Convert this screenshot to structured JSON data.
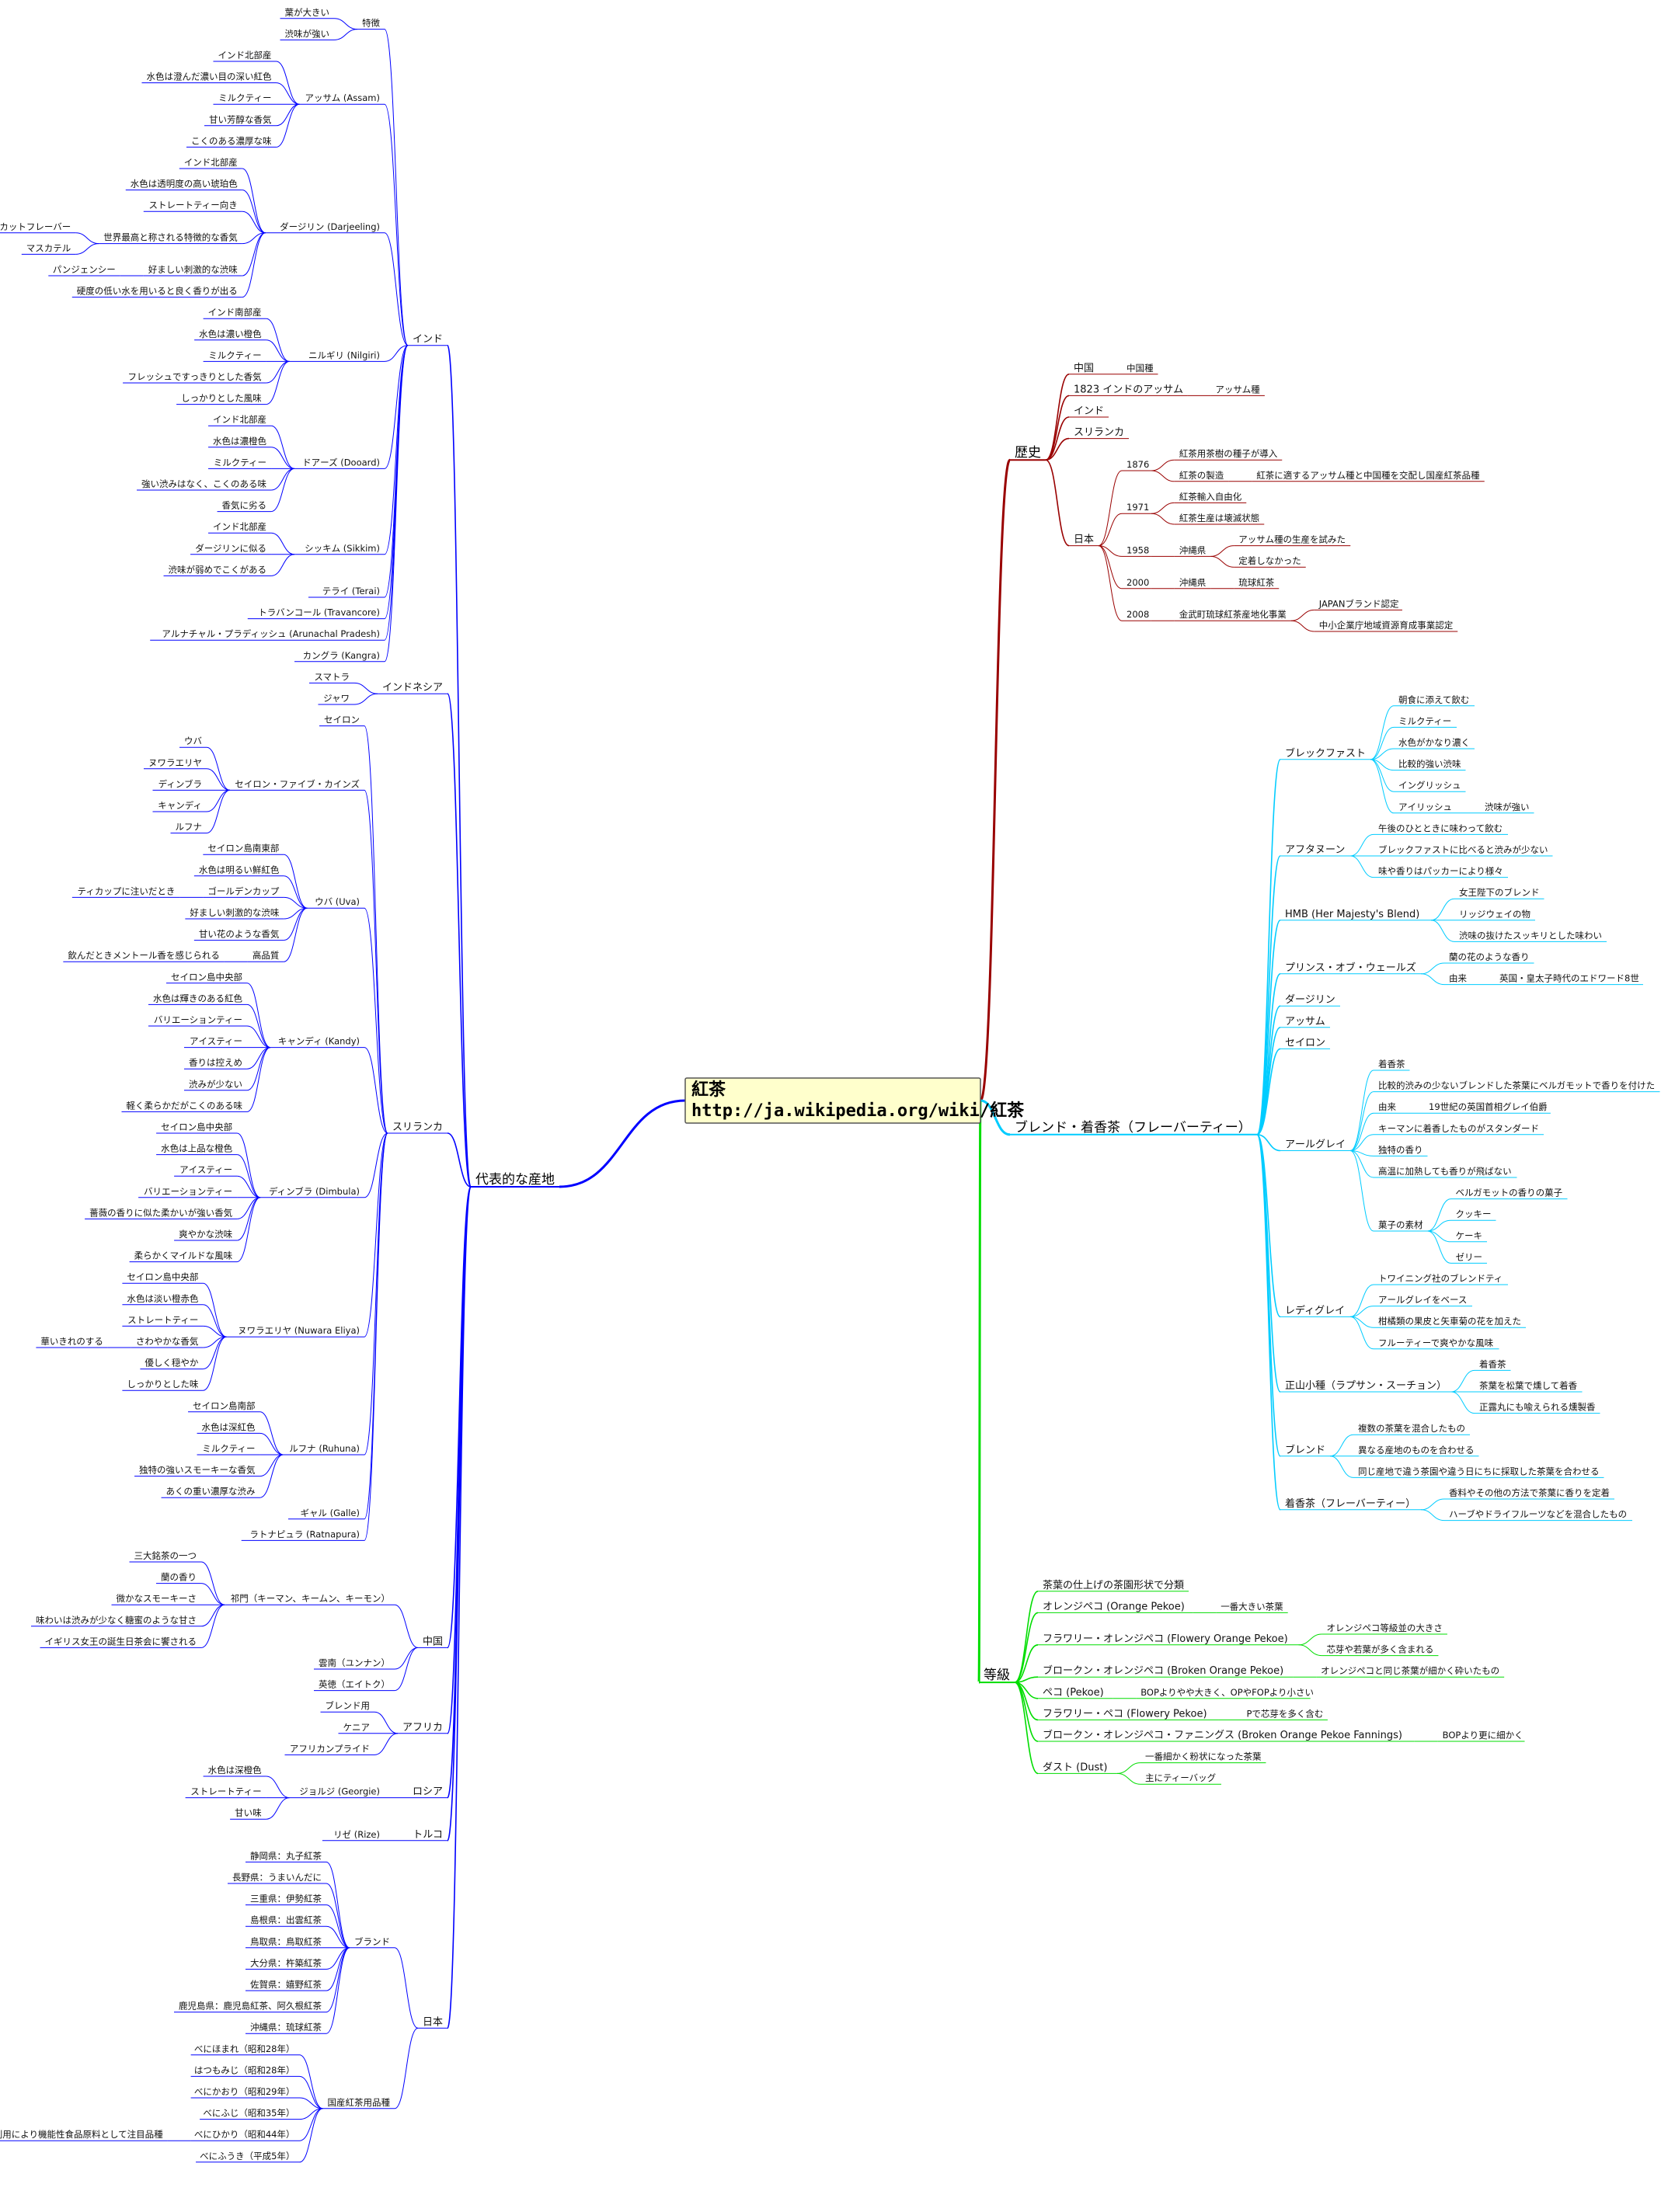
{
  "root": {
    "title": "紅茶",
    "url": "http://ja.wikipedia.org/wiki/紅茶",
    "box_fill": "#ffffcc",
    "box_stroke": "#555555"
  },
  "branches": [
    {
      "label": "代表的な産地",
      "color": "#0000ff",
      "children": [
        {
          "label": "インド",
          "children": [
            {
              "label": "特徴",
              "children": [
                {
                  "label": "葉が大きい"
                },
                {
                  "label": "渋味が強い"
                }
              ]
            },
            {
              "label": "アッサム (Assam)",
              "children": [
                {
                  "label": "インド北部産"
                },
                {
                  "label": "水色は澄んだ濃い目の深い紅色"
                },
                {
                  "label": "ミルクティー"
                },
                {
                  "label": "甘い芳醇な香気"
                },
                {
                  "label": "こくのある濃厚な味"
                }
              ]
            },
            {
              "label": "ダージリン (Darjeeling)",
              "children": [
                {
                  "label": "インド北部産"
                },
                {
                  "label": "水色は透明度の高い琥珀色"
                },
                {
                  "label": "ストレートティー向き"
                },
                {
                  "label": "世界最高と称される特徴的な香気",
                  "children": [
                    {
                      "label": "マスカットフレーバー"
                    },
                    {
                      "label": "マスカテル"
                    }
                  ]
                },
                {
                  "label": "好ましい刺激的な渋味",
                  "children": [
                    {
                      "label": "パンジェンシー"
                    }
                  ]
                },
                {
                  "label": "硬度の低い水を用いると良く香りが出る"
                }
              ]
            },
            {
              "label": "ニルギリ (Nilgiri)",
              "children": [
                {
                  "label": "インド南部産"
                },
                {
                  "label": "水色は濃い橙色"
                },
                {
                  "label": "ミルクティー"
                },
                {
                  "label": "フレッシュですっきりとした香気"
                },
                {
                  "label": "しっかりとした風味"
                }
              ]
            },
            {
              "label": "ドアーズ (Dooard)",
              "children": [
                {
                  "label": "インド北部産"
                },
                {
                  "label": "水色は濃橙色"
                },
                {
                  "label": "ミルクティー"
                },
                {
                  "label": "強い渋みはなく、こくのある味"
                },
                {
                  "label": "香気に劣る"
                }
              ]
            },
            {
              "label": "シッキム (Sikkim)",
              "children": [
                {
                  "label": "インド北部産"
                },
                {
                  "label": "ダージリンに似る"
                },
                {
                  "label": "渋味が弱めでこくがある"
                }
              ]
            },
            {
              "label": "テライ (Terai)"
            },
            {
              "label": "トラバンコール (Travancore)"
            },
            {
              "label": "アルナチャル・プラディッシュ (Arunachal Pradesh)"
            },
            {
              "label": "カングラ (Kangra)"
            }
          ]
        },
        {
          "label": "インドネシア",
          "children": [
            {
              "label": "スマトラ"
            },
            {
              "label": "ジャワ"
            }
          ]
        },
        {
          "label": "スリランカ",
          "children": [
            {
              "label": "セイロン"
            },
            {
              "label": "セイロン・ファイブ・カインズ",
              "children": [
                {
                  "label": "ウバ"
                },
                {
                  "label": "ヌワラエリヤ"
                },
                {
                  "label": "ディンブラ"
                },
                {
                  "label": "キャンディ"
                },
                {
                  "label": "ルフナ"
                }
              ]
            },
            {
              "label": "ウバ (Uva)",
              "children": [
                {
                  "label": "セイロン島南東部"
                },
                {
                  "label": "水色は明るい鮮紅色"
                },
                {
                  "label": "ゴールデンカップ",
                  "children": [
                    {
                      "label": "ティカップに注いだとき"
                    }
                  ]
                },
                {
                  "label": "好ましい刺激的な渋味"
                },
                {
                  "label": "甘い花のような香気"
                },
                {
                  "label": "高品質",
                  "children": [
                    {
                      "label": "飲んだときメントール香を感じられる"
                    }
                  ]
                }
              ]
            },
            {
              "label": "キャンディ (Kandy)",
              "children": [
                {
                  "label": "セイロン島中央部"
                },
                {
                  "label": "水色は輝きのある紅色"
                },
                {
                  "label": "バリエーションティー"
                },
                {
                  "label": "アイスティー"
                },
                {
                  "label": "香りは控えめ"
                },
                {
                  "label": "渋みが少ない"
                },
                {
                  "label": "軽く柔らかだがこくのある味"
                }
              ]
            },
            {
              "label": "ディンブラ (Dimbula)",
              "children": [
                {
                  "label": "セイロン島中央部"
                },
                {
                  "label": "水色は上品な橙色"
                },
                {
                  "label": "アイスティー"
                },
                {
                  "label": "バリエーションティー"
                },
                {
                  "label": "薔薇の香りに似た柔かいが強い香気"
                },
                {
                  "label": "爽やかな渋味"
                },
                {
                  "label": "柔らかくマイルドな風味"
                }
              ]
            },
            {
              "label": "ヌワラエリヤ (Nuwara Eliya)",
              "children": [
                {
                  "label": "セイロン島中央部"
                },
                {
                  "label": "水色は淡い橙赤色"
                },
                {
                  "label": "ストレートティー"
                },
                {
                  "label": "さわやかな香気",
                  "children": [
                    {
                      "label": "華いきれのする"
                    }
                  ]
                },
                {
                  "label": "優しく穏やか"
                },
                {
                  "label": "しっかりとした味"
                }
              ]
            },
            {
              "label": "ルフナ (Ruhuna)",
              "children": [
                {
                  "label": "セイロン島南部"
                },
                {
                  "label": "水色は深紅色"
                },
                {
                  "label": "ミルクティー"
                },
                {
                  "label": "独特の強いスモーキーな香気"
                },
                {
                  "label": "あくの重い濃厚な渋み"
                }
              ]
            },
            {
              "label": "ギャル (Galle)"
            },
            {
              "label": "ラトナピュラ (Ratnapura)"
            }
          ]
        },
        {
          "label": "中国",
          "children": [
            {
              "label": "祁門（キーマン、キームン、キーモン）",
              "children": [
                {
                  "label": "三大銘茶の一つ"
                },
                {
                  "label": "蘭の香り"
                },
                {
                  "label": "微かなスモーキーさ"
                },
                {
                  "label": "味わいは渋みが少なく糖蜜のような甘さ"
                },
                {
                  "label": "イギリス女王の誕生日茶会に饗される"
                }
              ]
            },
            {
              "label": "雲南（ユンナン）"
            },
            {
              "label": "英徳（エイトク）"
            }
          ]
        },
        {
          "label": "アフリカ",
          "children": [
            {
              "label": "ブレンド用"
            },
            {
              "label": "ケニア"
            },
            {
              "label": "アフリカンプライド"
            }
          ]
        },
        {
          "label": "ロシア",
          "children": [
            {
              "label": "ジョルジ (Georgie)",
              "children": [
                {
                  "label": "水色は深橙色"
                },
                {
                  "label": "ストレートティー"
                },
                {
                  "label": "甘い味"
                }
              ]
            }
          ]
        },
        {
          "label": "トルコ",
          "children": [
            {
              "label": "リゼ (Rize)"
            }
          ]
        },
        {
          "label": "日本",
          "children": [
            {
              "label": "ブランド",
              "children": [
                {
                  "label": "静岡県：丸子紅茶"
                },
                {
                  "label": "長野県：うまいんだに"
                },
                {
                  "label": "三重県：伊勢紅茶"
                },
                {
                  "label": "島根県：出雲紅茶"
                },
                {
                  "label": "鳥取県：鳥取紅茶"
                },
                {
                  "label": "大分県：杵築紅茶"
                },
                {
                  "label": "佐賀県：嬉野紅茶"
                },
                {
                  "label": "鹿児島県：鹿児島紅茶、阿久根紅茶"
                },
                {
                  "label": "沖縄県：琉球紅茶"
                }
              ]
            },
            {
              "label": "国産紅茶用品種",
              "children": [
                {
                  "label": "べにほまれ（昭和28年）"
                },
                {
                  "label": "はつもみじ（昭和28年）"
                },
                {
                  "label": "べにかおり（昭和29年）"
                },
                {
                  "label": "べにふじ（昭和35年）"
                },
                {
                  "label": "べにひかり（昭和44年）",
                  "children": [
                    {
                      "label": "メチル化カテキン利用により機能性食品原料として注目品種"
                    }
                  ]
                },
                {
                  "label": "べにふうき（平成5年）"
                }
              ]
            }
          ]
        }
      ]
    },
    {
      "label": "歴史",
      "color": "#990000",
      "children": [
        {
          "label": "中国",
          "children": [
            {
              "label": "中国種"
            }
          ]
        },
        {
          "label": "1823 インドのアッサム",
          "children": [
            {
              "label": "アッサム種"
            }
          ]
        },
        {
          "label": "インド"
        },
        {
          "label": "スリランカ"
        },
        {
          "label": "日本",
          "children": [
            {
              "label": "1876",
              "children": [
                {
                  "label": "紅茶用茶樹の種子が導入"
                },
                {
                  "label": "紅茶の製造",
                  "children": [
                    {
                      "label": "紅茶に適するアッサム種と中国種を交配し国産紅茶品種"
                    }
                  ]
                }
              ]
            },
            {
              "label": "1971",
              "children": [
                {
                  "label": "紅茶輸入自由化"
                },
                {
                  "label": "紅茶生産は壊滅状態"
                }
              ]
            },
            {
              "label": "1958",
              "children": [
                {
                  "label": "沖縄県",
                  "children": [
                    {
                      "label": "アッサム種の生産を試みた"
                    },
                    {
                      "label": "定着しなかった"
                    }
                  ]
                }
              ]
            },
            {
              "label": "2000",
              "children": [
                {
                  "label": "沖縄県",
                  "children": [
                    {
                      "label": "琉球紅茶"
                    }
                  ]
                }
              ]
            },
            {
              "label": "2008",
              "children": [
                {
                  "label": "金武町琉球紅茶産地化事業",
                  "children": [
                    {
                      "label": "JAPANブランド認定"
                    },
                    {
                      "label": "中小企業庁地域資源育成事業認定"
                    }
                  ]
                }
              ]
            }
          ]
        }
      ]
    },
    {
      "label": "ブレンド・着香茶（フレーバーティー）",
      "color": "#00ccff",
      "children": [
        {
          "label": "ブレックファスト",
          "children": [
            {
              "label": "朝食に添えて飲む"
            },
            {
              "label": "ミルクティー"
            },
            {
              "label": "水色がかなり濃く"
            },
            {
              "label": "比較的強い渋味"
            },
            {
              "label": "イングリッシュ"
            },
            {
              "label": "アイリッシュ",
              "children": [
                {
                  "label": "渋味が強い"
                }
              ]
            }
          ]
        },
        {
          "label": "アフタヌーン",
          "children": [
            {
              "label": "午後のひとときに味わって飲む"
            },
            {
              "label": "ブレックファストに比べると渋みが少ない"
            },
            {
              "label": "味や香りはパッカーにより様々"
            }
          ]
        },
        {
          "label": "HMB (Her Majesty's Blend)",
          "children": [
            {
              "label": "女王陛下のブレンド"
            },
            {
              "label": "リッジウェイの物"
            },
            {
              "label": "渋味の抜けたスッキリとした味わい"
            }
          ]
        },
        {
          "label": "プリンス・オブ・ウェールズ",
          "children": [
            {
              "label": "蘭の花のような香り"
            },
            {
              "label": "由来",
              "children": [
                {
                  "label": "英国・皇太子時代のエドワード8世"
                }
              ]
            }
          ]
        },
        {
          "label": "ダージリン"
        },
        {
          "label": "アッサム"
        },
        {
          "label": "セイロン"
        },
        {
          "label": "アールグレイ",
          "children": [
            {
              "label": "着香茶"
            },
            {
              "label": "比較的渋みの少ないブレンドした茶葉にベルガモットで香りを付けた"
            },
            {
              "label": "由来",
              "children": [
                {
                  "label": "19世紀の英国首相グレイ伯爵"
                }
              ]
            },
            {
              "label": "キーマンに着香したものがスタンダード"
            },
            {
              "label": "独特の香り"
            },
            {
              "label": "高温に加熱しても香りが飛ばない"
            },
            {
              "label": "菓子の素材",
              "children": [
                {
                  "label": "ベルガモットの香りの菓子"
                },
                {
                  "label": "クッキー"
                },
                {
                  "label": "ケーキ"
                },
                {
                  "label": "ゼリー"
                }
              ]
            }
          ]
        },
        {
          "label": "レディグレイ",
          "children": [
            {
              "label": "トワイニング社のブレンドティ"
            },
            {
              "label": "アールグレイをベース"
            },
            {
              "label": "柑橘類の果皮と矢車菊の花を加えた"
            },
            {
              "label": "フルーティーで爽やかな風味"
            }
          ]
        },
        {
          "label": "正山小種（ラプサン・スーチョン）",
          "children": [
            {
              "label": "着香茶"
            },
            {
              "label": "茶葉を松葉で燻して着香"
            },
            {
              "label": "正露丸にも喩えられる燻製香"
            }
          ]
        },
        {
          "label": "ブレンド",
          "children": [
            {
              "label": "複数の茶葉を混合したもの"
            },
            {
              "label": "異なる産地のものを合わせる"
            },
            {
              "label": "同じ産地で違う茶園や違う日にちに採取した茶葉を合わせる"
            }
          ]
        },
        {
          "label": "着香茶（フレーバーティー）",
          "children": [
            {
              "label": "香料やその他の方法で茶葉に香りを定着"
            },
            {
              "label": "ハーブやドライフルーツなどを混合したもの"
            }
          ]
        }
      ]
    },
    {
      "label": "等級",
      "color": "#00dd00",
      "children": [
        {
          "label": "茶葉の仕上げの茶園形状で分類"
        },
        {
          "label": "オレンジペコ (Orange Pekoe)",
          "children": [
            {
              "label": "一番大きい茶葉"
            }
          ]
        },
        {
          "label": "フラワリー・オレンジペコ (Flowery Orange Pekoe)",
          "children": [
            {
              "label": "オレンジペコ等級並の大きさ"
            },
            {
              "label": "芯芽や若葉が多く含まれる"
            }
          ]
        },
        {
          "label": "ブロークン・オレンジペコ (Broken Orange Pekoe)",
          "children": [
            {
              "label": "オレンジペコと同じ茶葉が細かく砕いたもの"
            }
          ]
        },
        {
          "label": "ペコ (Pekoe)",
          "children": [
            {
              "label": "BOPよりやや大きく、OPやFOPより小さい"
            }
          ]
        },
        {
          "label": "フラワリー・ペコ (Flowery Pekoe)",
          "children": [
            {
              "label": "Pで芯芽を多く含む"
            }
          ]
        },
        {
          "label": "ブロークン・オレンジペコ・ファニングス (Broken Orange Pekoe Fannings)",
          "children": [
            {
              "label": "BOPより更に細かく"
            }
          ]
        },
        {
          "label": "ダスト (Dust)",
          "children": [
            {
              "label": "一番細かく粉状になった茶葉"
            },
            {
              "label": "主にティーバッグ"
            }
          ]
        }
      ]
    }
  ]
}
